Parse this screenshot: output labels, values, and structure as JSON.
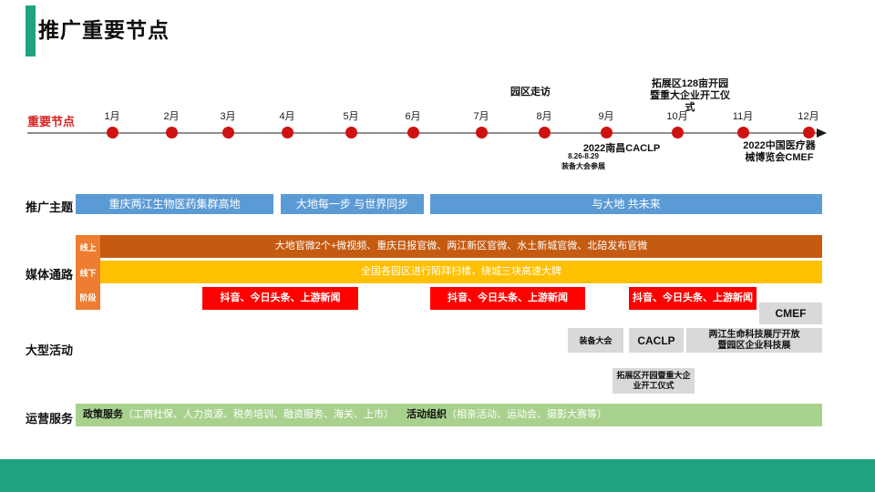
{
  "slide": {
    "title": "推广重要节点",
    "accent_color": "#1FA37E"
  },
  "timeline": {
    "label": "重要节点",
    "months": [
      "1月",
      "2月",
      "3月",
      "4月",
      "5月",
      "6月",
      "7月",
      "8月",
      "9月",
      "10月",
      "11月",
      "12月"
    ],
    "annotations": {
      "park_visit": "园区走访",
      "expansion_opening": "拓展区128亩开园\n暨重大企业开工仪\n式",
      "caclp": "2022南昌CACLP",
      "caclp_date": "8.26-8.29",
      "caclp_sub": "装备大会参展",
      "cmef": "2022中国医疗器\n械博览会CMEF"
    }
  },
  "themes": {
    "label": "推广主题",
    "bars": [
      "重庆两江生物医药集群高地",
      "大地每一步 与世界同步",
      "与大地  共未来"
    ]
  },
  "media": {
    "label": "媒体通路",
    "tags": [
      "线上",
      "线下",
      "阶段"
    ],
    "online_text": "大地官微2个+微视频、重庆日报官微、两江新区官微、水土新城官微、北碚发布官微",
    "offline_text": "全国各园区进行陌拜扫楼，绕城三块高速大牌",
    "stage_text": "抖音、今日头条、上游新闻"
  },
  "events": {
    "label": "大型活动",
    "cmef": "CMEF",
    "equipment": "装备大会",
    "caclp": "CACLP",
    "exhibition": "两江生命科技展厅开放\n暨园区企业科技展",
    "expansion": "拓展区开园暨重大企\n业开工仪式"
  },
  "services": {
    "label": "运营服务",
    "policy_bold": "政策服务",
    "policy_detail": "（工商社保、人力资源、税务培训、融资服务、海关、上市）",
    "activity_bold": "活动组织",
    "activity_detail": "（相亲活动、运动会、摄影大赛等）"
  },
  "colors": {
    "accent_teal": "#1FA37E",
    "theme_blue": "#5B9BD5",
    "online_orange": "#C55A11",
    "offline_yellow": "#FFC000",
    "stage_red": "#FE0000",
    "tag_orange": "#ED7D31",
    "event_gray": "#D9D9D9",
    "service_green": "#A9D18E",
    "dot_red": "#CE1212"
  }
}
